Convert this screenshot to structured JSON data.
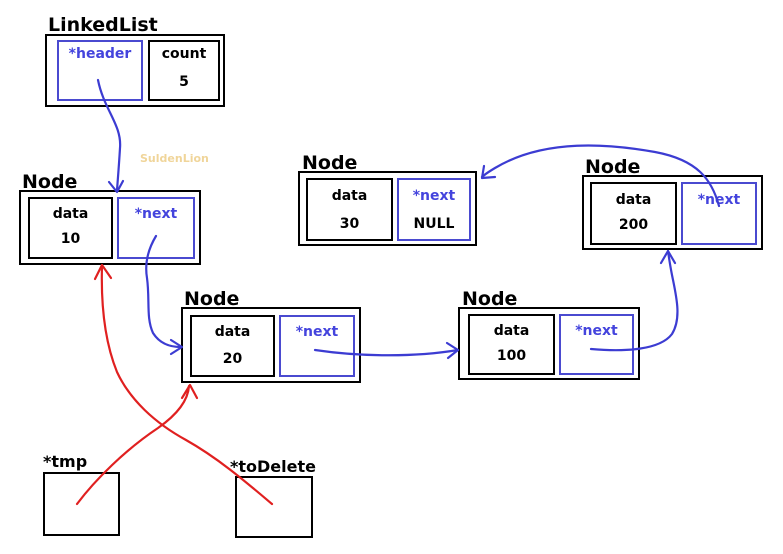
{
  "linked_list": {
    "title": "LinkedList",
    "header_label": "*header",
    "count_label": "count",
    "count_value": "5"
  },
  "watermark": "SuldenLion",
  "nodes": [
    {
      "title": "Node",
      "data_label": "data",
      "data_value": "10",
      "next_label": "*next",
      "next_value": ""
    },
    {
      "title": "Node",
      "data_label": "data",
      "data_value": "20",
      "next_label": "*next",
      "next_value": ""
    },
    {
      "title": "Node",
      "data_label": "data",
      "data_value": "100",
      "next_label": "*next",
      "next_value": ""
    },
    {
      "title": "Node",
      "data_label": "data",
      "data_value": "200",
      "next_label": "*next",
      "next_value": ""
    },
    {
      "title": "Node",
      "data_label": "data",
      "data_value": "30",
      "next_label": "*next",
      "next_value": "NULL"
    }
  ],
  "pointers": {
    "tmp_label": "*tmp",
    "to_delete_label": "*toDelete"
  },
  "colors": {
    "outline": "#000000",
    "pointer_field": "#4a4ad0",
    "link_arrow": "#3c3cd2",
    "reference_arrow": "#e02020",
    "watermark": "#f0d59a"
  }
}
